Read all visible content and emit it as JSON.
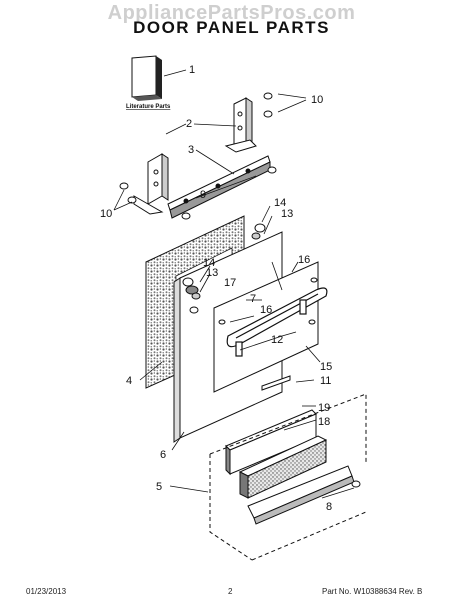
{
  "watermark": "AppliancePartsPros.com",
  "title": "DOOR PANEL PARTS",
  "literature_label": "Literature Parts",
  "callouts": [
    "1",
    "2",
    "3",
    "10",
    "9",
    "10",
    "14",
    "13",
    "14",
    "13",
    "16",
    "17",
    "7",
    "16",
    "12",
    "15",
    "4",
    "11",
    "19",
    "18",
    "6",
    "5",
    "8"
  ],
  "footer": {
    "date": "01/23/2013",
    "page": "2",
    "part_no": "Part No. W10388634  Rev. B"
  }
}
